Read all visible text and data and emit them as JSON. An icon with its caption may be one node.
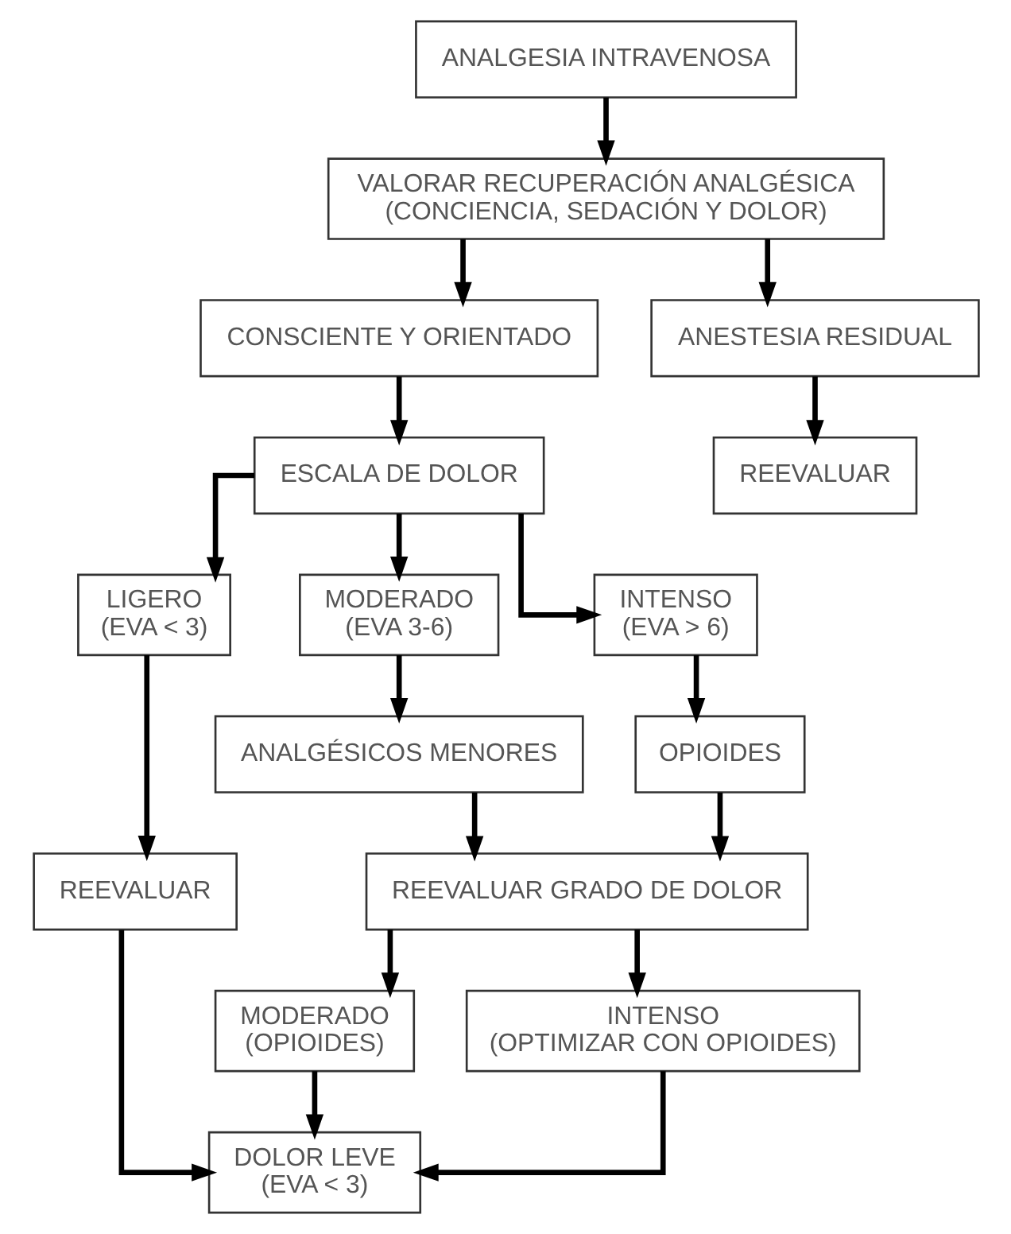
{
  "diagram": {
    "nodes": [
      {
        "text": [
          "ANALGESIA INTRAVENOSA"
        ]
      },
      {
        "text": [
          "VALORAR RECUPERACIÓN ANALGÉSICA",
          "(CONCIENCIA, SEDACIÓN Y DOLOR)"
        ]
      },
      {
        "text": [
          "CONSCIENTE Y ORIENTADO"
        ]
      },
      {
        "text": [
          "ANESTESIA RESIDUAL"
        ]
      },
      {
        "text": [
          "ESCALA DE DOLOR"
        ]
      },
      {
        "text": [
          "REEVALUAR"
        ]
      },
      {
        "text": [
          "LIGERO",
          "(EVA < 3)"
        ]
      },
      {
        "text": [
          "MODERADO",
          "(EVA 3-6)"
        ]
      },
      {
        "text": [
          "INTENSO",
          "(EVA > 6)"
        ]
      },
      {
        "text": [
          "REEVALUAR"
        ]
      },
      {
        "text": [
          "ANALGÉSICOS MENORES"
        ]
      },
      {
        "text": [
          "OPIOIDES"
        ]
      },
      {
        "text": [
          "REEVALUAR GRADO DE DOLOR"
        ]
      },
      {
        "text": [
          "MODERADO",
          "(OPIOIDES)"
        ]
      },
      {
        "text": [
          "INTENSO",
          "(OPTIMIZAR CON OPIOIDES)"
        ]
      },
      {
        "text": [
          "DOLOR LEVE",
          "(EVA < 3)"
        ]
      }
    ],
    "edges": [
      {
        "from": 0,
        "to": 1,
        "arrow": "to"
      },
      {
        "from": 1,
        "to": 2,
        "arrow": "to"
      },
      {
        "from": 1,
        "to": 3,
        "arrow": "to"
      },
      {
        "from": 2,
        "to": 4,
        "arrow": "to"
      },
      {
        "from": 3,
        "to": 5,
        "arrow": "to"
      },
      {
        "from": 4,
        "to": 6,
        "arrow": "to"
      },
      {
        "from": 4,
        "to": 7,
        "arrow": "to"
      },
      {
        "from": 4,
        "to": 8,
        "arrow": "to"
      },
      {
        "from": 6,
        "to": 9,
        "arrow": "to"
      },
      {
        "from": 7,
        "to": 10,
        "arrow": "to"
      },
      {
        "from": 8,
        "to": 11,
        "arrow": "to"
      },
      {
        "from": 10,
        "to": 12,
        "arrow": "to"
      },
      {
        "from": 11,
        "to": 12,
        "arrow": "to"
      },
      {
        "from": 12,
        "to": 13,
        "arrow": "to"
      },
      {
        "from": 12,
        "to": 14,
        "arrow": "to"
      },
      {
        "from": 9,
        "to": 15,
        "arrow": "to"
      },
      {
        "from": 13,
        "to": 15,
        "arrow": "to"
      },
      {
        "from": 14,
        "to": 15,
        "arrow": "to"
      }
    ]
  }
}
